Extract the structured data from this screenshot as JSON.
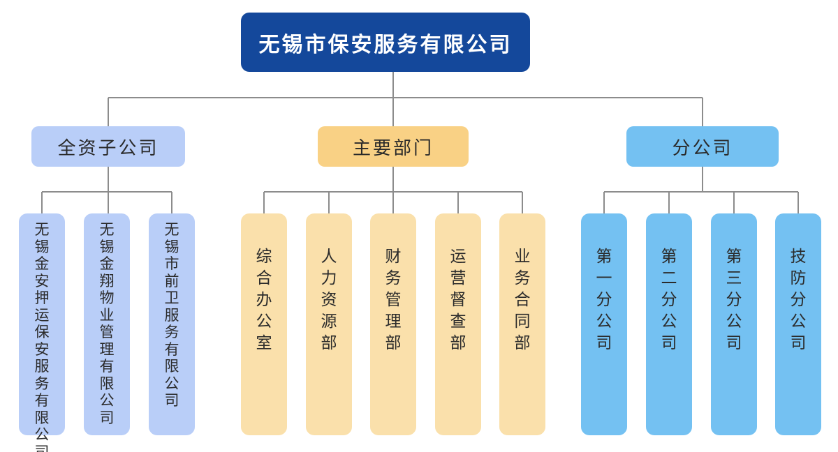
{
  "root": {
    "label": "无锡市保安服务有限公司"
  },
  "groups": [
    {
      "label": "全资子公司",
      "children": [
        "无锡金安押运保安服务有限公司",
        "无锡金翔物业管理有限公司",
        "无锡市前卫服务有限公司"
      ]
    },
    {
      "label": "主要部门",
      "children": [
        "综合办公室",
        "人力资源部",
        "财务管理部",
        "运营督查部",
        "业务合同部"
      ]
    },
    {
      "label": "分公司",
      "children": [
        "第一分公司",
        "第二分公司",
        "第三分公司",
        "技防分公司"
      ]
    }
  ],
  "colors": {
    "navy": "#14489B",
    "periwinkle": "#B9CEF8",
    "yellow": "#F9D185",
    "cream": "#FAE0AB",
    "skyblue": "#74C1F2",
    "connector": "#8C8C8C",
    "title_text": "#FFFFFF",
    "node_text": "#2B2B2B"
  }
}
